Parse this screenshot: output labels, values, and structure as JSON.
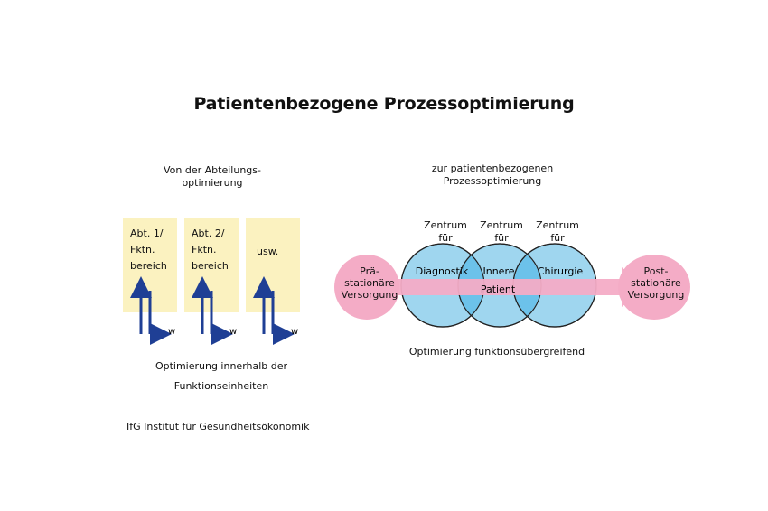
{
  "title": "Patientenbezogene Prozessoptimierung",
  "left": {
    "heading": "Von der Abteilungs-\noptimierung",
    "boxes": [
      {
        "label": "Abt. 1/\nFktn.\nbereich",
        "arrow_label": "w"
      },
      {
        "label": "Abt. 2/\nFktn.\nbereich",
        "arrow_label": "w"
      },
      {
        "label": "usw.",
        "arrow_label": "w"
      }
    ],
    "caption": "Optimierung innerhalb der\nFunktionseinheiten"
  },
  "right": {
    "heading": "zur patientenbezogenen\nProzessoptimierung",
    "centers": [
      {
        "heading": "Zentrum\nfür",
        "label": "Diagnostik"
      },
      {
        "heading": "Zentrum\nfür",
        "label": "Innere"
      },
      {
        "heading": "Zentrum\nfür",
        "label": "Chirurgie"
      }
    ],
    "pre": "Prä-\nstationäre\nVersorgung",
    "post": "Post-\nstationäre\nVersorgung",
    "patient": "Patient",
    "caption": "Optimierung funktionsübergreifend"
  },
  "footer": "IfG Institut für Gesundheitsökonomik",
  "colors": {
    "box_fill": "#fbf2c0",
    "arrow_blue": "#1f3f95",
    "circle_fill": "#9fd6ef",
    "circle_overlap": "#6cc2ea",
    "pink": "#f4acc6"
  }
}
